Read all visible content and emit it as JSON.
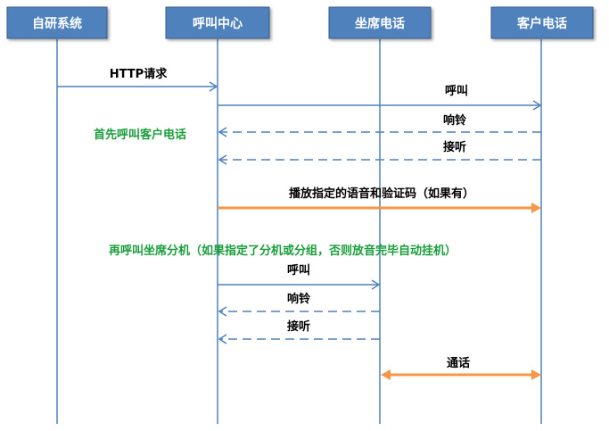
{
  "actors": [
    {
      "id": "self",
      "label": "自研系统"
    },
    {
      "id": "callcenter",
      "label": "呼叫中心"
    },
    {
      "id": "seat",
      "label": "坐席电话"
    },
    {
      "id": "customer",
      "label": "客户电话"
    }
  ],
  "messages": [
    {
      "label": "HTTP请求",
      "from": "self",
      "to": "callcenter",
      "style": "solid"
    },
    {
      "label": "呼叫",
      "from": "callcenter",
      "to": "customer",
      "style": "solid"
    },
    {
      "label": "响铃",
      "from": "customer",
      "to": "callcenter",
      "style": "dashed"
    },
    {
      "label": "接听",
      "from": "customer",
      "to": "callcenter",
      "style": "dashed"
    },
    {
      "label": "播放指定的语音和验证码（如果有）",
      "from": "callcenter",
      "to": "customer",
      "style": "thick-orange"
    },
    {
      "label": "呼叫",
      "from": "callcenter",
      "to": "seat",
      "style": "solid"
    },
    {
      "label": "响铃",
      "from": "seat",
      "to": "callcenter",
      "style": "dashed"
    },
    {
      "label": "接听",
      "from": "seat",
      "to": "callcenter",
      "style": "dashed"
    },
    {
      "label": "通话",
      "from": "seat",
      "to": "customer",
      "style": "double-orange"
    }
  ],
  "notes": [
    {
      "label": "首先呼叫客户电话"
    },
    {
      "label": "再呼叫坐席分机（如果指定了分机或分组，否则放音完毕自动挂机）"
    }
  ],
  "colors": {
    "actor_fill": "#4f81bd",
    "actor_stroke": "#385d8a",
    "lifeline": "#4f81bd",
    "arrow": "#4f81bd",
    "orange": "#f79646",
    "note_text": "#1a9e3c"
  }
}
